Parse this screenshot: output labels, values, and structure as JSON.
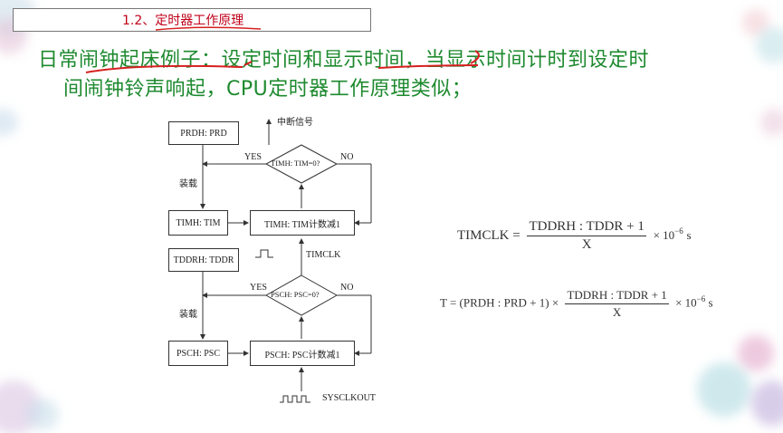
{
  "header": {
    "section_title": "1.2、定时器工作原理"
  },
  "body_text": {
    "line1": "日常闹钟起床例子：设定时间和显示时间，当显示时间计时到设定时",
    "line2": "间闹钟铃声响起，CPU定时器工作原理类似；"
  },
  "flowchart": {
    "prdh_box": "PRDH: PRD",
    "interrupt_label": "中断信号",
    "tim_decision": "TIMH: TIM=0?",
    "yes1": "YES",
    "no1": "NO",
    "load1": "装载",
    "timh_box": "TIMH: TIM",
    "tim_dec_box": "TIMH: TIM计数减1",
    "timclk_label": "TIMCLK",
    "tddrh_box": "TDDRH: TDDR",
    "psc_decision": "PSCH: PSC=0?",
    "yes2": "YES",
    "no2": "NO",
    "load2": "装载",
    "psch_box": "PSCH: PSC",
    "psc_dec_box": "PSCH: PSC计数减1",
    "sysclk_label": "SYSCLKOUT"
  },
  "formulas": {
    "f1_lhs": "TIMCLK =",
    "f1_num": "TDDRH : TDDR + 1",
    "f1_den": "X",
    "f1_tail": "× 10",
    "f1_exp": "−6",
    "f1_unit": "s",
    "f2_lhs": "T = (PRDH : PRD + 1) ×",
    "f2_num": "TDDRH : TDDR + 1",
    "f2_den": "X",
    "f2_tail": "× 10",
    "f2_exp": "−6",
    "f2_unit": "s"
  },
  "colors": {
    "title": "#c0001a",
    "body": "#1e8a2f",
    "annotation": "#d62020"
  }
}
